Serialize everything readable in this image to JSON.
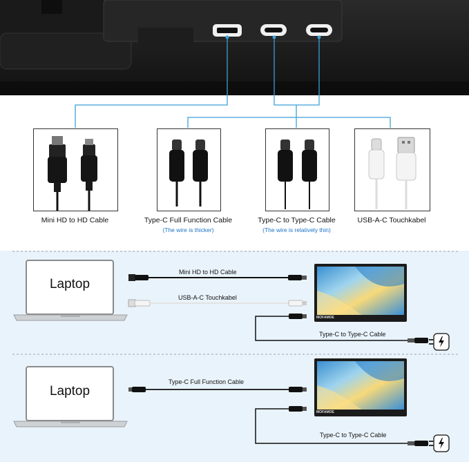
{
  "top_cables": [
    {
      "label": "Mini HD to HD Cable",
      "note": ""
    },
    {
      "label": "Type-C  Full Function Cable",
      "note": "(The wire is thicker)"
    },
    {
      "label": "Type-C to Type-C Cable",
      "note": "(The wire is relatively thin)"
    },
    {
      "label": "USB-A-C Touchkabel",
      "note": ""
    }
  ],
  "diagram1": {
    "laptop_label": "Laptop",
    "cable_hdmi": "Mini HD to HD Cable",
    "cable_usb": "USB-A-C Touchkabel",
    "cable_power": "Type-C to Type-C Cable",
    "brand": "MOFAMOE"
  },
  "diagram2": {
    "laptop_label": "Laptop",
    "cable_typec": "Type-C  Full Function Cable",
    "cable_power": "Type-C to Type-C Cable",
    "brand": "MOFAMOE"
  },
  "colors": {
    "connector_line": "#3aa0d8",
    "bottom_bg": "#e9f3fb",
    "monitor_body": "#1b1b1b"
  }
}
